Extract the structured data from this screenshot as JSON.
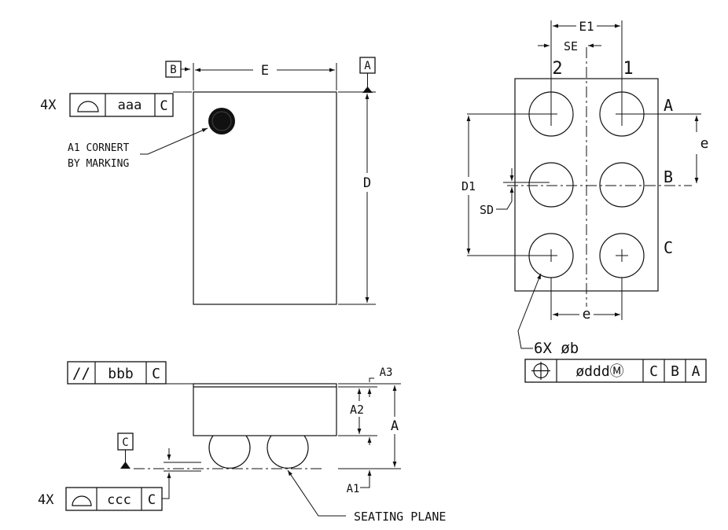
{
  "top_view": {
    "datum_b": "B",
    "datum_a": "A",
    "dim_e": "E",
    "dim_d": "D",
    "fcf_count": "4X",
    "fcf_tol": "aaa",
    "fcf_datum": "C",
    "marking_line1": "A1 CORNERT",
    "marking_line2": "BY MARKING"
  },
  "bottom_view": {
    "dim_e1": "E1",
    "dim_se": "SE",
    "col_2": "2",
    "col_1": "1",
    "row_a": "A",
    "row_b": "B",
    "row_c": "C",
    "pitch_vertical": "e",
    "pitch_horizontal": "e",
    "dim_d1": "D1",
    "dim_sd": "SD",
    "ball_callout": "6X øb",
    "fcf_tol": "ødddⓂ",
    "fcf_datum_1": "C",
    "fcf_datum_2": "B",
    "fcf_datum_3": "A"
  },
  "side_view": {
    "parallel_symbol": "//",
    "parallel_tol": "bbb",
    "parallel_datum": "C",
    "dim_a3": "A3",
    "dim_a2": "A2",
    "dim_a": "A",
    "dim_a1": "A1",
    "datum_c": "C",
    "fcf_count": "4X",
    "fcf_tol": "ccc",
    "fcf_datum": "C",
    "seating_plane": "SEATING PLANE"
  }
}
